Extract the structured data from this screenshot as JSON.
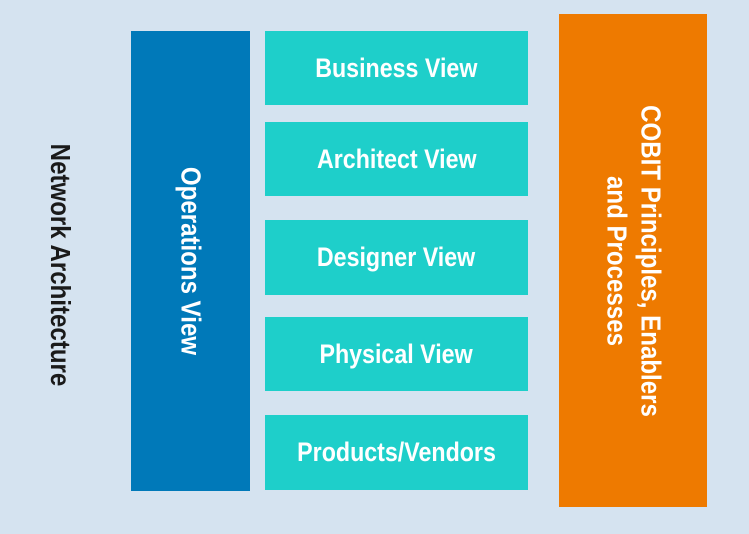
{
  "left_label": "Network Architecture",
  "operations": "Operations View",
  "views": [
    "Business View",
    "Architect View",
    "Designer View",
    "Physical View",
    "Products/Vendors"
  ],
  "cobit": {
    "line1": "COBIT Principles, Enablers",
    "line2": "and Processes"
  },
  "colors": {
    "background": "#d5e3f0",
    "operations": "#0079b9",
    "views": "#1ecfca",
    "cobit": "#ee7a00"
  }
}
